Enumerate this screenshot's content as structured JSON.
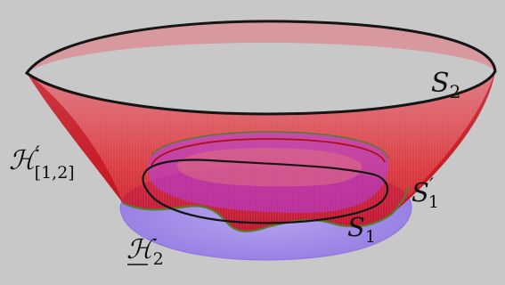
{
  "colors": {
    "background": "#c8c8c8",
    "outer_surface": "#e0101a",
    "inner_surface": "#a53df0",
    "disk": "#9d86e6",
    "curve_black": "#151515",
    "curve_green": "#5a7a2a",
    "curve_red": "#b01010"
  },
  "labels": {
    "s2": {
      "main": "S",
      "sub": "2",
      "prime": ""
    },
    "h12": {
      "main": "ℋ",
      "sub": "[1,2]",
      "prime": "′"
    },
    "s1p": {
      "main": "S",
      "sub": "1",
      "prime": "′"
    },
    "s1": {
      "main": "S",
      "sub": "1",
      "prime": ""
    },
    "h2": {
      "main": "ℋ",
      "sub": "2",
      "prime": ""
    }
  }
}
